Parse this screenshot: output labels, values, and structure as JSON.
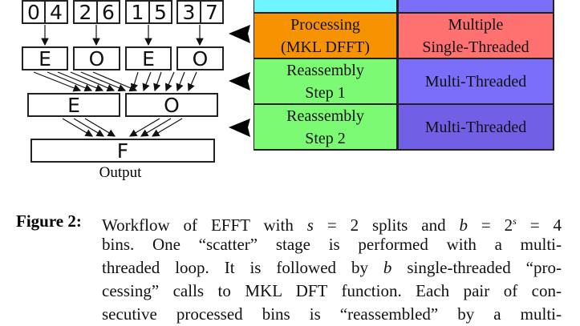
{
  "diagram": {
    "inputs": [
      [
        "0",
        "4"
      ],
      [
        "2",
        "6"
      ],
      [
        "1",
        "5"
      ],
      [
        "3",
        "7"
      ]
    ],
    "level1": [
      "E",
      "O",
      "E",
      "O"
    ],
    "level2": [
      "E",
      "O"
    ],
    "final": "F",
    "output_label": "Output"
  },
  "table": {
    "rows": [
      {
        "stage": "",
        "mode": "",
        "stage_color": "#6ff5ff",
        "mode_color": "#7b6ef8"
      },
      {
        "stage": "Processing\n(MKL DFFT)",
        "mode": "Multiple\nSingle-Threaded",
        "stage_color": "#f79300",
        "mode_color": "#ff7070"
      },
      {
        "stage": "Reassembly\nStep 1",
        "mode": "Multi-Threaded",
        "stage_color": "#7dfa74",
        "mode_color": "#7b6ef8"
      },
      {
        "stage": "Reassembly\nStep 2",
        "mode": "Multi-Threaded",
        "stage_color": "#7dfa74",
        "mode_color": "#7160e6"
      }
    ]
  },
  "caption": {
    "label": "Figure 2:",
    "line1": {
      "a": "Workflow of EFFT with ",
      "s": "s",
      "b": " = 2 splits and ",
      "bvar": "b",
      "c": " = 2",
      "sup": "s",
      "d": " = 4"
    },
    "line2": "bins.  One “scatter” stage is performed with a multi-",
    "line3": {
      "a": "threaded loop.  It is followed by ",
      "bvar": "b",
      "b": " single-threaded “pro-"
    },
    "line4": "cessing” calls to MKL DFT function.  Each pair of con-",
    "line5": "secutive processed bins is “reassembled” by a multi-"
  }
}
